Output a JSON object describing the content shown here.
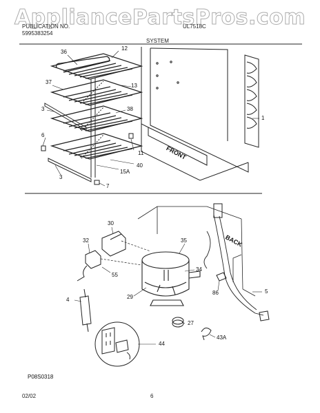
{
  "watermark": "AppliancePartsPros.com",
  "header": {
    "line1": "PUBLICATION NO.",
    "line2": "5995383254",
    "model": "UL7518C",
    "section": "SYSTEM"
  },
  "diagram_id": "P08S0318",
  "footer": {
    "date": "02/02",
    "page": "6"
  },
  "callouts_top": [
    {
      "id": "c12",
      "text": "12"
    },
    {
      "id": "c36",
      "text": "36"
    },
    {
      "id": "c37",
      "text": "37"
    },
    {
      "id": "c13",
      "text": "13"
    },
    {
      "id": "c38",
      "text": "38"
    },
    {
      "id": "c3a",
      "text": "3"
    },
    {
      "id": "c6",
      "text": "6"
    },
    {
      "id": "c11",
      "text": "11"
    },
    {
      "id": "c40",
      "text": "40"
    },
    {
      "id": "c15a",
      "text": "15A"
    },
    {
      "id": "c3b",
      "text": "3"
    },
    {
      "id": "c7",
      "text": "7"
    },
    {
      "id": "c1",
      "text": "1"
    }
  ],
  "callouts_bottom": [
    {
      "id": "c30",
      "text": "30"
    },
    {
      "id": "c32",
      "text": "32"
    },
    {
      "id": "c35",
      "text": "35"
    },
    {
      "id": "c34",
      "text": "34"
    },
    {
      "id": "c55",
      "text": "55"
    },
    {
      "id": "c4",
      "text": "4"
    },
    {
      "id": "c29",
      "text": "29"
    },
    {
      "id": "c86",
      "text": "86"
    },
    {
      "id": "c5",
      "text": "5"
    },
    {
      "id": "c27",
      "text": "27"
    },
    {
      "id": "c43a",
      "text": "43A"
    },
    {
      "id": "c44",
      "text": "44"
    }
  ],
  "front_label": "FRONT",
  "back_label": "BACK"
}
